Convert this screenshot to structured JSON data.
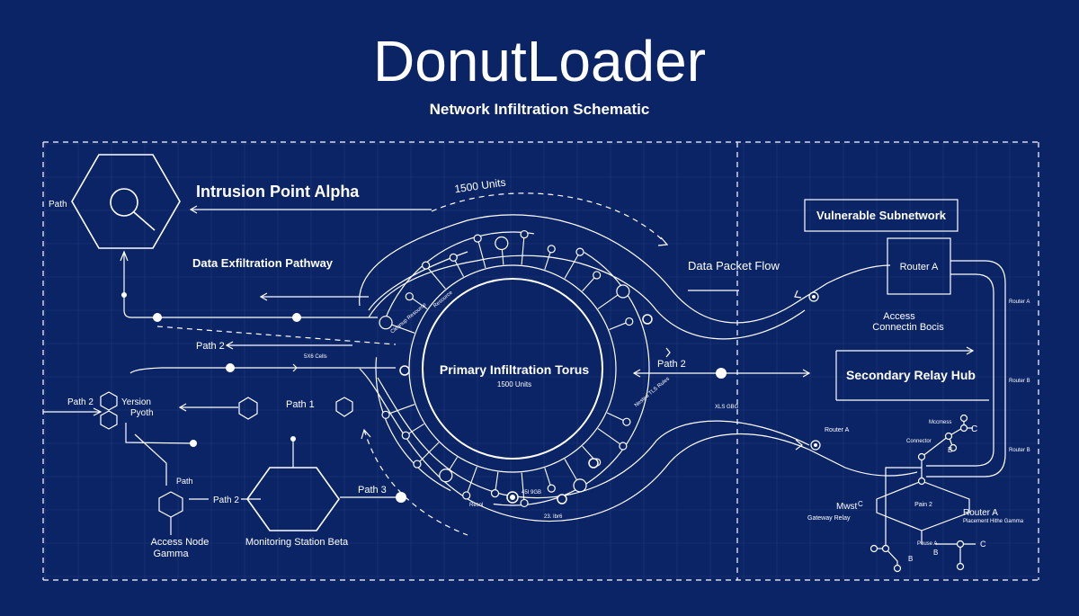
{
  "header": {
    "title": "DonutLoader",
    "subtitle": "Network Infiltration Schematic"
  },
  "left": {
    "path_label_top": "Path",
    "intrusion_point": "Intrusion Point Alpha",
    "exfil_pathway": "Data Exfiltration Pathway",
    "path2_mid": "Path 2",
    "path2_left": "Path 2",
    "torsion_line1": "Yersion",
    "torsion_line2": "Pyoth",
    "path1": "Path 1",
    "path_small": "Path",
    "path2_bottom": "Path 2",
    "access_node_line1": "Access Node",
    "access_node_line2": "Gamma",
    "monitoring_station": "Monitoring Station Beta",
    "path3": "Path 3"
  },
  "center": {
    "units_top": "1500 Units",
    "torus_title": "Primary Infiltration Torus",
    "torus_units": "1500 Units",
    "path2_center": "Path 2",
    "small_label_1": "5X6 Cells",
    "small_label_2": "Cleanup Resource",
    "small_label_3": "Resource",
    "small_label_4": "Nested TLS Rules",
    "small_label_5": "XLS GBG",
    "small_label_6": "Resol",
    "small_label_7": "23. Ibr6",
    "small_label_8": "45I 9GB"
  },
  "right": {
    "data_packet_flow": "Data Packet Flow",
    "vulnerable_subnetwork": "Vulnerable Subnetwork",
    "router_a": "Router A",
    "access_line1": "Access",
    "access_line2": "Connectin Bocis",
    "secondary_relay": "Secondary Relay Hub",
    "router_a_small": "Router A",
    "margin_a": "Router A",
    "margin_b": "Router B",
    "margin_c": "Router B",
    "mcnmess": "Mccmess",
    "c_label_1": "C",
    "c_label_2": "C",
    "c_label_3": "C",
    "b_label_1": "B",
    "b_label_2": "B",
    "b_label_3": "B",
    "connector": "Connector",
    "pain2": "Pain 2",
    "mwst": "Mwst",
    "gateway_relay": "Gateway Relay",
    "router_a_bottom": "Router A",
    "router_a_bottom_sub": "Placement Hithe Gamma",
    "pouse_a": "Pouse A"
  },
  "colors": {
    "background": "#0b2466",
    "grid": "#2c4a8c",
    "line": "#ffffff"
  }
}
